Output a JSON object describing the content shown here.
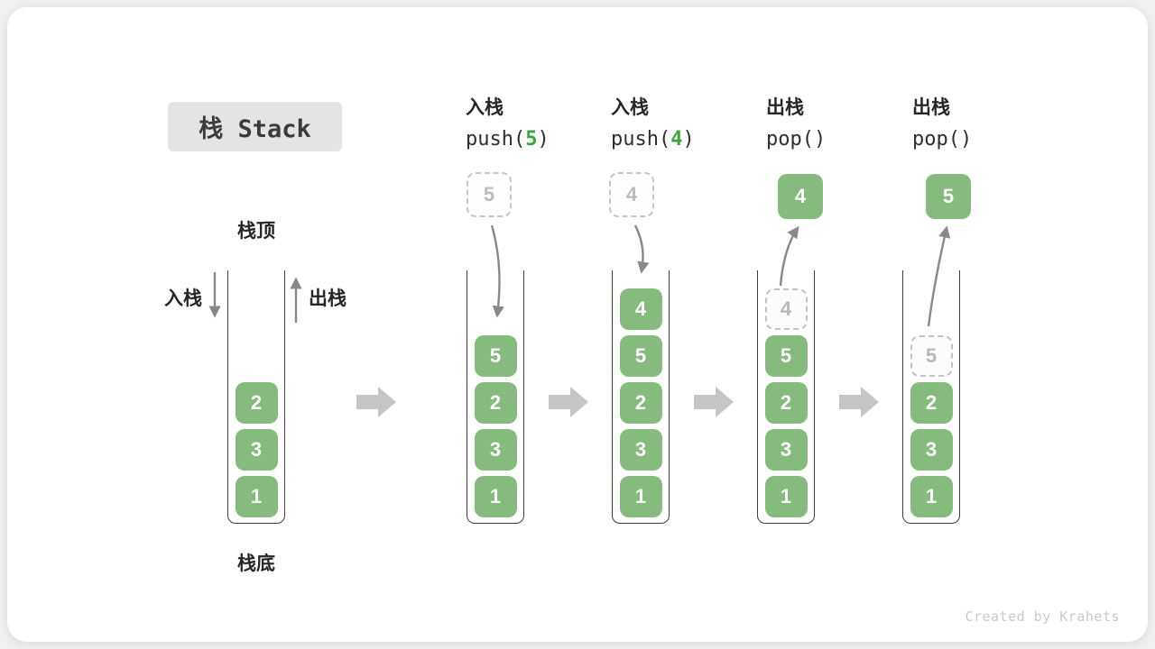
{
  "title": "栈 Stack",
  "watermark": "Created by Krahets",
  "anatomy": {
    "stack_top": "栈顶",
    "stack_bottom": "栈底",
    "push_side": "入栈",
    "pop_side": "出栈"
  },
  "colors": {
    "cell_green": "#85bb7c",
    "code_arg_green": "#3da33d",
    "arrow_gray": "#898989",
    "transition_arrow_gray": "#c6c6c6",
    "ghost_dash_gray": "#c2c2c2",
    "title_box_bg": "#e4e4e4"
  },
  "columns": [
    {
      "name": "initial-stack",
      "stack": [
        "2",
        "3",
        "1"
      ]
    },
    {
      "name": "push-5",
      "op_label": "入栈",
      "op_fn": "push(",
      "op_arg": "5",
      "op_close": ")",
      "incoming": "5",
      "stack": [
        "5",
        "2",
        "3",
        "1"
      ]
    },
    {
      "name": "push-4",
      "op_label": "入栈",
      "op_fn": "push(",
      "op_arg": "4",
      "op_close": ")",
      "incoming": "4",
      "stack": [
        "4",
        "5",
        "2",
        "3",
        "1"
      ]
    },
    {
      "name": "pop-4",
      "op_label": "出栈",
      "op_fn": "pop()",
      "op_arg": "",
      "op_close": "",
      "outgoing": "4",
      "ghost": "4",
      "stack": [
        "5",
        "2",
        "3",
        "1"
      ]
    },
    {
      "name": "pop-5",
      "op_label": "出栈",
      "op_fn": "pop()",
      "op_arg": "",
      "op_close": "",
      "outgoing": "5",
      "ghost": "5",
      "stack": [
        "2",
        "3",
        "1"
      ]
    }
  ]
}
